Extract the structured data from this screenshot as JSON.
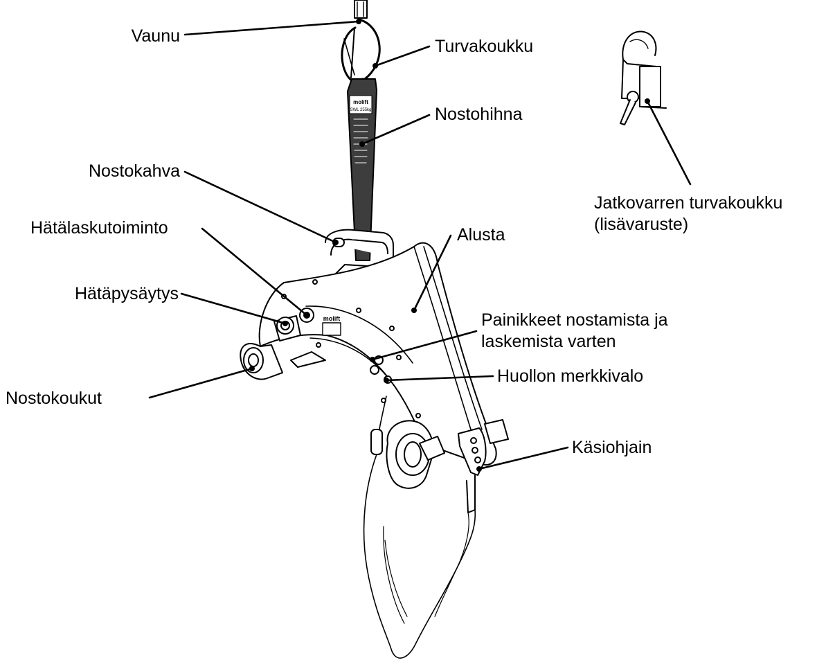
{
  "labels": {
    "vaunu": "Vaunu",
    "turvakoukku": "Turvakoukku",
    "nostohihna": "Nostohihna",
    "nostokahva": "Nostokahva",
    "hatalaskutoiminto": "Hätälaskutoiminto",
    "alusta": "Alusta",
    "hatapysaytys": "Hätäpysäytys",
    "painikkeet_line1": "Painikkeet nostamista ja",
    "painikkeet_line2": "laskemista varten",
    "huollon_merkkivalo": "Huollon merkkivalo",
    "nostokoukut": "Nostokoukut",
    "kasiohjain": "Käsiohjain",
    "jatkovarren_line1": "Jatkovarren turvakoukku",
    "jatkovarren_line2": "(lisävaruste)"
  },
  "strap_text": {
    "brand": "molift",
    "swl": "SWL 255kg"
  },
  "body_brand": "molift",
  "colors": {
    "line": "#000000",
    "strap": "#3d3d3d",
    "background": "#ffffff"
  }
}
